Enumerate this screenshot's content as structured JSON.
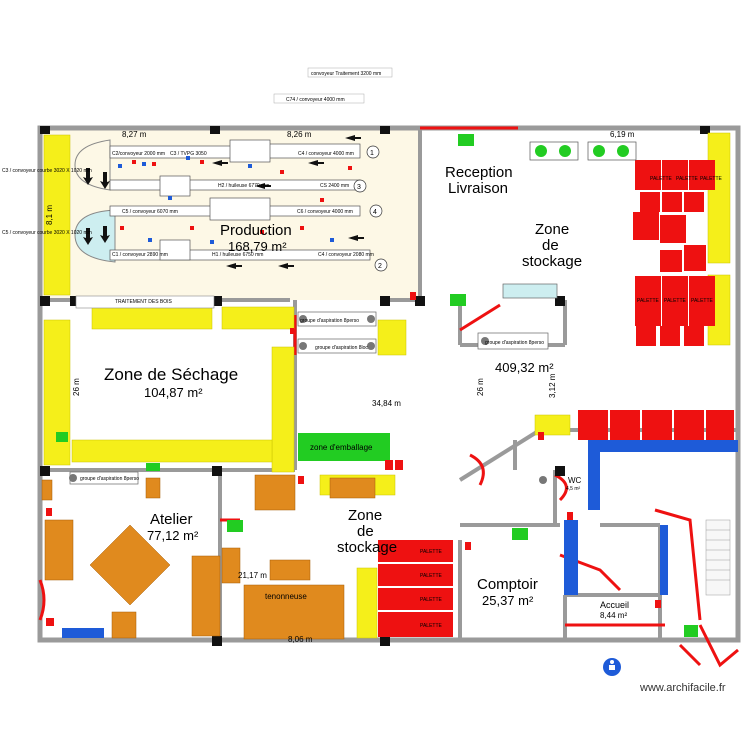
{
  "labels": {
    "top1": "convoyeur Traitement 3200 mm",
    "top2": "C74 / convoyeur 4000 mm",
    "production": "Production",
    "production_area": "168,79 m²",
    "reception1": "Reception",
    "reception2": "Livraison",
    "zone_stockage1": "Zone",
    "zone_stockage2": "de",
    "zone_stockage3": "stockage",
    "stockage_area": "409,32 m²",
    "sechage": "Zone de Séchage",
    "sechage_area": "104,87 m²",
    "atelier": "Atelier",
    "atelier_area": "77,12 m²",
    "comptoir": "Comptoir",
    "comptoir_area": "25,37 m²",
    "accueil": "Accueil",
    "accueil_area": "8,44 m²",
    "wc": "WC",
    "wc_area": "4,5 m²",
    "emballage": "zone d'emballage",
    "traitement": "TRAITEMENT DES BOIS",
    "tenonneuse": "tenonneuse",
    "palette": "PALETTE",
    "aspiration": "groupe d'aspiration 8perso",
    "aspiration2": "groupe d'aspiration 8loc",
    "c3_side": "C3 / convoyeur courbe 3020 X 1020 mm",
    "c5_side": "C5 / convoyeur courbe 3020 X 1020 mm",
    "c2": "C2/convoyeur 2000 mm",
    "c3": "C3 / TVPG 3050",
    "c4": "C4 / convoyeur 4000 mm",
    "c5": "C5 / convoyeur 6070 mm",
    "c6": "C6 / convoyeur 4000 mm",
    "c1": "C1 / convoyeur 2890 mm",
    "cs": "CS 2400 mm",
    "c4b": "C4 / convoyeur 2080 mm",
    "h2": "H2 / huileuse 6770 mm",
    "h1": "H1 / huileuse 6750 mm",
    "m_827": "8,27 m",
    "m_826": "8,26 m",
    "m_619": "6,19 m",
    "m_81": "8,1 m",
    "m_26a": "26 m",
    "m_26b": "26 m",
    "m_3484": "34,84 m",
    "m_312": "3,12 m",
    "m_2117": "21,17 m",
    "m_806": "8,06 m",
    "n1": "1",
    "n2": "2",
    "n3": "3",
    "n4": "4",
    "watermark": "www.archifacile.fr"
  },
  "colors": {
    "yellow": "#f5ef1a",
    "cream": "#fdf8e6",
    "red": "#ee1111",
    "orange": "#e08a1e",
    "blue": "#1e5bd8",
    "green": "#22cc22",
    "wall": "#9a9a9a",
    "cyan": "#cdeef0"
  }
}
